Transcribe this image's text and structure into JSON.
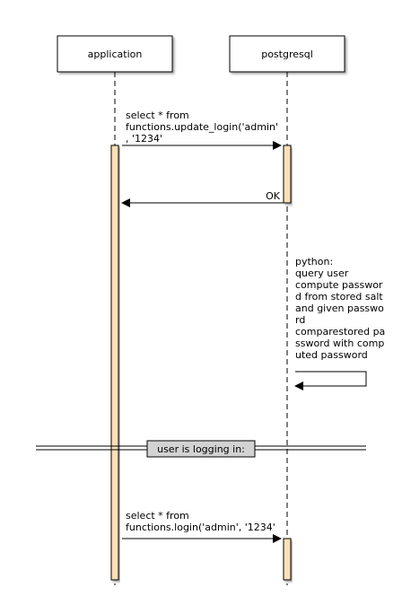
{
  "participants": [
    {
      "name": "application"
    },
    {
      "name": "postgresql"
    }
  ],
  "messages": [
    {
      "lines": [
        "select * from",
        "functions.update_login('admin'",
        ", '1234'"
      ]
    },
    {
      "lines": [
        "OK"
      ]
    },
    {
      "lines": [
        "select * from",
        "functions.login('admin', '1234'"
      ]
    }
  ],
  "self_note": {
    "lines": [
      "python:",
      "query user",
      "compute passwor",
      "d from stored salt",
      "and given passwo",
      "rd",
      "comparestored pa",
      "ssword with comp",
      "uted password"
    ]
  },
  "divider": {
    "label": "user is logging in:"
  },
  "colors": {
    "activation_fill": "#fde0b6",
    "divider_label_fill": "#d3d3d3",
    "line": "#000000"
  }
}
